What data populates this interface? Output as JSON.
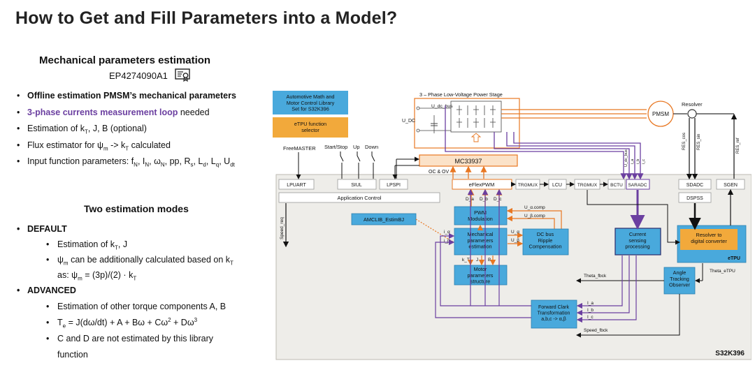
{
  "page": {
    "title": "How to Get and Fill Parameters into a Model?"
  },
  "left": {
    "heading1": "Mechanical parameters estimation",
    "patent": "EP4274090A1",
    "list1": [
      {
        "html": "<span class=\"b\">Offline estimation PMSM’s mechanical parameters</span>"
      },
      {
        "html": "<span class=\"b purple\">3-phase currents measurement loop</span> needed"
      },
      {
        "html": "Estimation of k<sub>T</sub>, J, B (optional)"
      },
      {
        "html": "Flux estimator for ψ<sub>m</sub> -&gt; k<sub>T</sub> calculated"
      },
      {
        "html": "Input function parameters: f<sub>N</sub>, I<sub>N</sub>, ω<sub>N</sub>, pp, R<sub>s</sub>, L<sub>d</sub>, L<sub>q</sub>, U<sub>dt</sub>"
      }
    ],
    "heading2": "Two estimation modes",
    "default_label": "DEFAULT",
    "default_items": [
      {
        "html": "Estimation of k<sub>T</sub>, J"
      },
      {
        "html": "ψ<sub>m</sub> can be additionally calculated based on k<sub>T</sub><br>as: ψ<sub>m</sub> = (3p)/(2) · k<sub>T</sub>"
      }
    ],
    "advanced_label": "ADVANCED",
    "advanced_items": [
      {
        "html": "Estimation of other torque components A, B"
      },
      {
        "html": "T<sub>e</sub> = J(dω/dt) + A + Bω + Cω<sup>2</sup> + Dω<sup>3</sup>"
      },
      {
        "html": "C and D are not estimated by this library<br>function"
      }
    ]
  },
  "diagram": {
    "lib_box": "Automotive Math and|Motor Control Library|Set for S32K396",
    "etpu_selector": "eTPU function|selector",
    "power_stage": "3 – Phase Low-Voltage Power Stage",
    "udc_bus": "U_dc_bus",
    "udc": "U_DC",
    "pmsm": "PMSM",
    "resolver": "Resolver",
    "mc33937": "MC33937",
    "oc_ov": "OC & OV",
    "freemaster": "FreeMASTER",
    "start_stop": "Start/Stop",
    "up": "Up",
    "down": "Down",
    "lpuart": "LPUART",
    "siul": "SIUL",
    "lpspi": "LPSPI",
    "app_control": "Application Control",
    "speed_req": "Speed_req",
    "eflexpwm": "eFlexPWM",
    "trgmux1": "TRGMUX",
    "lcu": "LCU",
    "trgmux2": "TRGMUX",
    "bctu": "BCTU",
    "saradc": "SARADC",
    "sdadc": "SDADC",
    "sgen": "SGEN",
    "dspss": "DSPSS",
    "da": "D_a",
    "db": "D_b",
    "dc": "D_c",
    "pwm_mod": "PWM|Modulation",
    "ua_comp": "U_α.comp",
    "ub_comp": "U_β.comp",
    "amclib": "AMCLIB_EstimBJ",
    "mech_est": "Mechanical|parameters|estimation",
    "ua": "U_α",
    "ub": "U_β",
    "ia": "i_α",
    "ib": "i_β",
    "dcbus": "DC bus|Ripple|Compensation",
    "kt": "k_T",
    "j": "J",
    "b": "B",
    "motor_struct": "Motor|parameters|structure",
    "current_sensing": "Current|sensing|processing",
    "resolver_dc": "Resolver to|digital converter",
    "etpu": "eTPU",
    "theta_fbck": "Theta_fbck",
    "theta_etpu": "Theta_eTPU",
    "ato": "Angle|Tracking|Observer",
    "clark": "Forward Clark|Transformation|a,b,c -> α,β",
    "i_a": "I_a",
    "i_b": "I_b",
    "i_c": "I_c",
    "speed_fbck": "Speed_fbck",
    "chip": "S32K396",
    "res_cos": "RES_cos",
    "res_sin": "RES_sin",
    "res_ref": "RES_ref",
    "udc_bus_v": "U_dc_bus",
    "ia_v": "i_a",
    "ib_v": "i_b",
    "ic_v": "i_c"
  }
}
